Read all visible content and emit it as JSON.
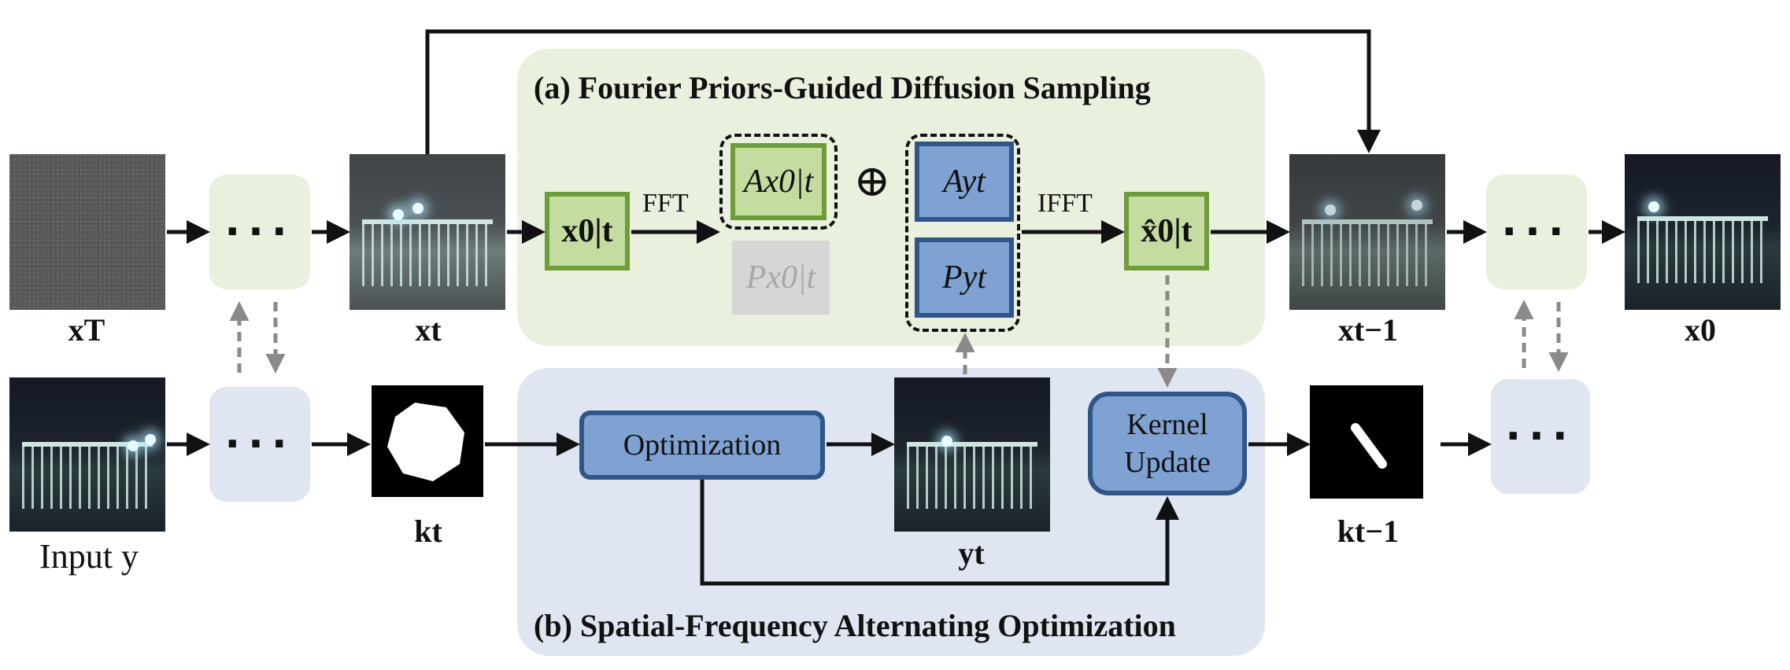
{
  "panels": {
    "a_title": "(a) Fourier Priors-Guided Diffusion Sampling",
    "b_title": "(b) Spatial-Frequency Alternating Optimization"
  },
  "nodes": {
    "x0t": "x0|t",
    "ax0t": "Ax0|t",
    "px0t": "Px0|t",
    "ayt": "Ayt",
    "pyt": "Pyt",
    "xhat0t": "x̂0|t",
    "optimization": "Optimization",
    "kernel_update_line1": "Kernel",
    "kernel_update_line2": "Update",
    "oplus": "⊕",
    "ellipsis": "···"
  },
  "edges": {
    "fft": "FFT",
    "ifft": "IFFT"
  },
  "image_labels": {
    "xT": "xT",
    "xt": "xt",
    "xt1": "xt−1",
    "x0": "x0",
    "input_y": "Input y",
    "kt": "kt",
    "yt": "yt",
    "kt1": "kt−1"
  },
  "colors": {
    "panel_a_bg": "#e9f0de",
    "panel_b_bg": "#dfe6f1",
    "green_fill": "#c5dca1",
    "green_border": "#6e9c3a",
    "blue_fill": "#7fa2d2",
    "blue_border": "#2f5589",
    "dashed_arrow": "#8a8a8a"
  }
}
